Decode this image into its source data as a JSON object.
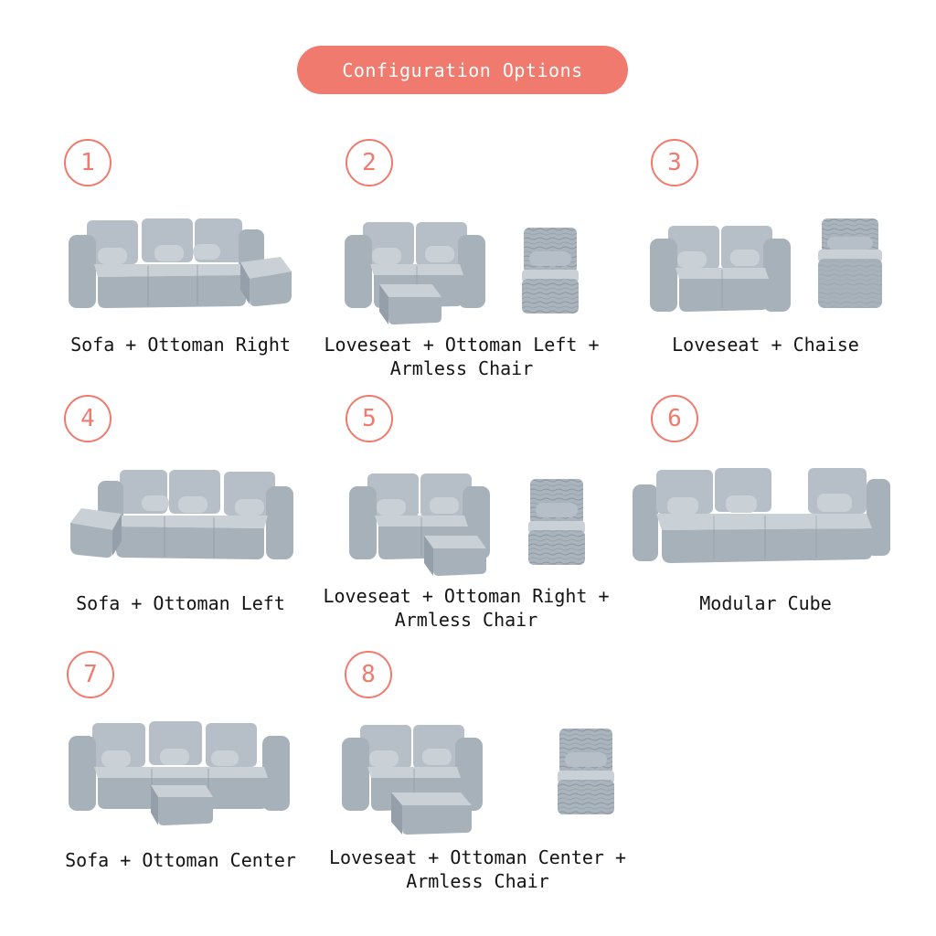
{
  "header": {
    "title": "Configuration Options"
  },
  "colors": {
    "accent": "#f07a6d",
    "pill_text": "#ffffff",
    "label_text": "#141414",
    "fabric_light": "#c9d0d6",
    "fabric_mid": "#a7b1ba",
    "fabric_dark": "#8d97a1",
    "background": "#ffffff"
  },
  "cards": [
    {
      "number": "1",
      "label": "Sofa + Ottoman Right",
      "illustration": "sofa-with-ottoman-right"
    },
    {
      "number": "2",
      "label": "Loveseat + Ottoman Left + Armless Chair",
      "illustration": "loveseat-ottoman-left-armless-chair"
    },
    {
      "number": "3",
      "label": "Loveseat + Chaise",
      "illustration": "loveseat-and-chaise"
    },
    {
      "number": "4",
      "label": "Sofa + Ottoman Left",
      "illustration": "sofa-with-ottoman-left"
    },
    {
      "number": "5",
      "label": "Loveseat + Ottoman Right + Armless Chair",
      "illustration": "loveseat-ottoman-right-armless-chair"
    },
    {
      "number": "6",
      "label": "Modular Cube",
      "illustration": "modular-cube"
    },
    {
      "number": "7",
      "label": "Sofa + Ottoman Center",
      "illustration": "sofa-with-ottoman-center"
    },
    {
      "number": "8",
      "label": "Loveseat + Ottoman Center + Armless Chair",
      "illustration": "loveseat-ottoman-center-armless-chair"
    }
  ]
}
